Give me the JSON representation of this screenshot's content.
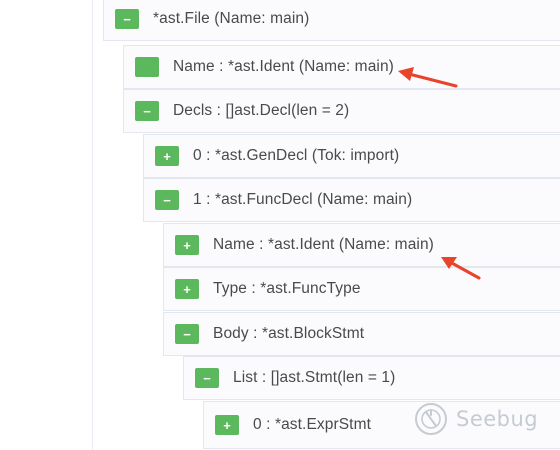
{
  "tree": {
    "nodes": [
      {
        "toggle": "−",
        "label": "*ast.File (Name: main)"
      },
      {
        "toggle": "",
        "label": "Name : *ast.Ident (Name: main)"
      },
      {
        "toggle": "−",
        "label": "Decls : []ast.Decl(len = 2)"
      },
      {
        "toggle": "+",
        "label": "0 : *ast.GenDecl (Tok: import)"
      },
      {
        "toggle": "−",
        "label": "1 : *ast.FuncDecl (Name: main)"
      },
      {
        "toggle": "+",
        "label": "Name : *ast.Ident (Name: main)"
      },
      {
        "toggle": "+",
        "label": "Type : *ast.FuncType"
      },
      {
        "toggle": "−",
        "label": "Body : *ast.BlockStmt"
      },
      {
        "toggle": "−",
        "label": "List : []ast.Stmt(len = 1)"
      },
      {
        "toggle": "+",
        "label": "0 : *ast.ExprStmt"
      }
    ]
  },
  "annotations": {
    "arrow_color": "#e8442c",
    "arrow_icon": "red-arrow-icon"
  },
  "watermark": {
    "text": "Seebug",
    "icon": "seebug-logo-icon"
  },
  "colors": {
    "toggle_green": "#5cb85c",
    "border": "#e3e8f0"
  }
}
